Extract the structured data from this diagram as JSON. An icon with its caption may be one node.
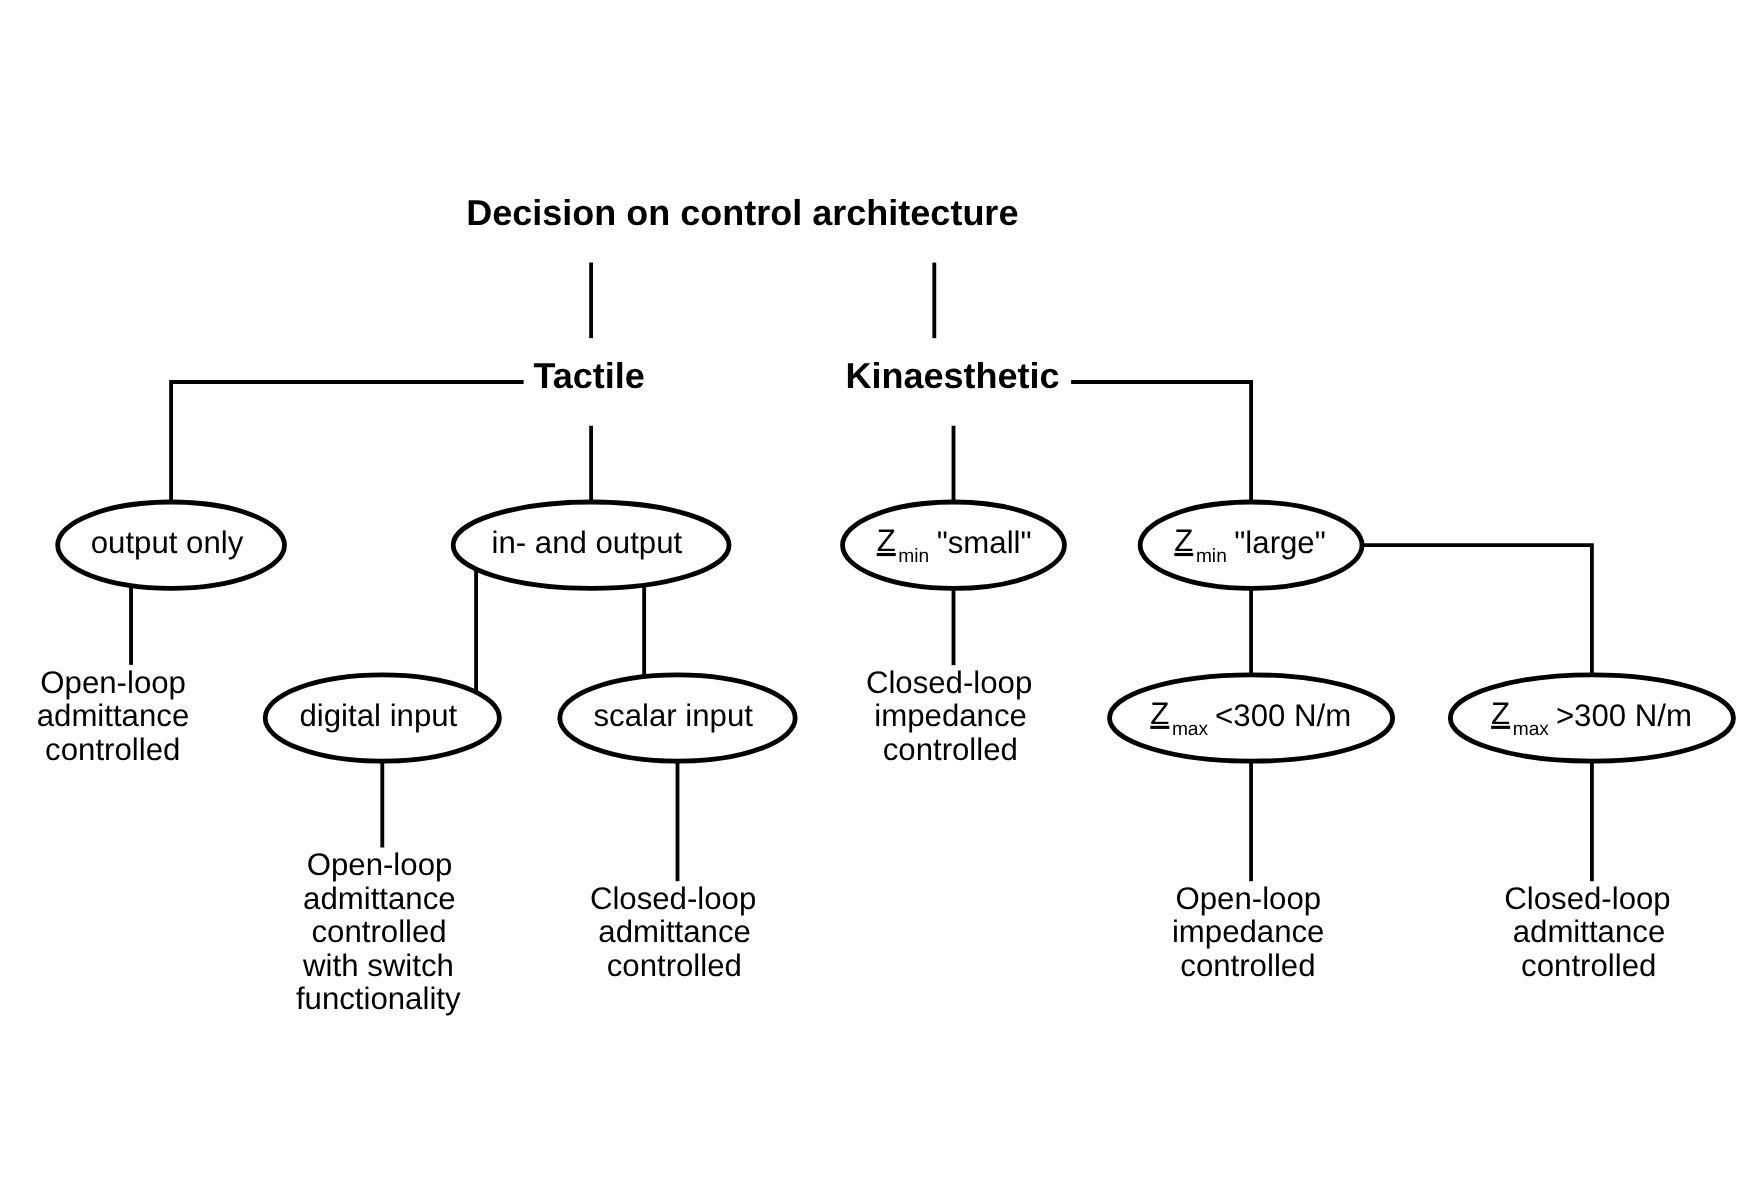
{
  "diagram": {
    "nodes": [
      {
        "text": [
          "Decision on control architecture"
        ]
      },
      {
        "text": [
          "Tactile"
        ]
      },
      {
        "text": [
          "Kinaesthetic"
        ]
      },
      {
        "text": [
          "output only"
        ]
      },
      {
        "text": [
          "in- and output"
        ]
      },
      {
        "text": [
          "Open-loop admittance controlled"
        ]
      },
      {
        "text": [
          "digital input"
        ]
      },
      {
        "text": [
          "scalar input"
        ]
      },
      {
        "text": [
          "Open-loop admittance controlled with switch functionality"
        ]
      },
      {
        "text": [
          "Closed-loop admittance controlled"
        ]
      },
      {
        "text": [
          "Z$_{min}$ \"small\""
        ]
      },
      {
        "text": [
          "Z$_{min}$ \"large\""
        ]
      },
      {
        "text": [
          "Closed-loop impedance controlled"
        ]
      },
      {
        "text": [
          "Z$_{max}$ <300 N/m"
        ]
      },
      {
        "text": [
          "Z$_{max}$ >300 N/m"
        ]
      },
      {
        "text": [
          "Open-loop impedance controlled"
        ]
      },
      {
        "text": [
          "Closed-loop admittance controlled"
        ]
      }
    ],
    "edges": [
      {
        "from": 0,
        "to": 1,
        "arrow": "none"
      },
      {
        "from": 0,
        "to": 2,
        "arrow": "none"
      },
      {
        "from": 1,
        "to": 3,
        "arrow": "none"
      },
      {
        "from": 1,
        "to": 4,
        "arrow": "none"
      },
      {
        "from": 3,
        "to": 5,
        "arrow": "none"
      },
      {
        "from": 4,
        "to": 6,
        "arrow": "none"
      },
      {
        "from": 4,
        "to": 7,
        "arrow": "none"
      },
      {
        "from": 6,
        "to": 8,
        "arrow": "none"
      },
      {
        "from": 7,
        "to": 9,
        "arrow": "none"
      },
      {
        "from": 2,
        "to": 10,
        "arrow": "none"
      },
      {
        "from": 2,
        "to": 11,
        "arrow": "none"
      },
      {
        "from": 10,
        "to": 12,
        "arrow": "none"
      },
      {
        "from": 11,
        "to": 13,
        "arrow": "none"
      },
      {
        "from": 11,
        "to": 14,
        "arrow": "none"
      },
      {
        "from": 13,
        "to": 15,
        "arrow": "none"
      },
      {
        "from": 14,
        "to": 16,
        "arrow": "none"
      }
    ]
  }
}
